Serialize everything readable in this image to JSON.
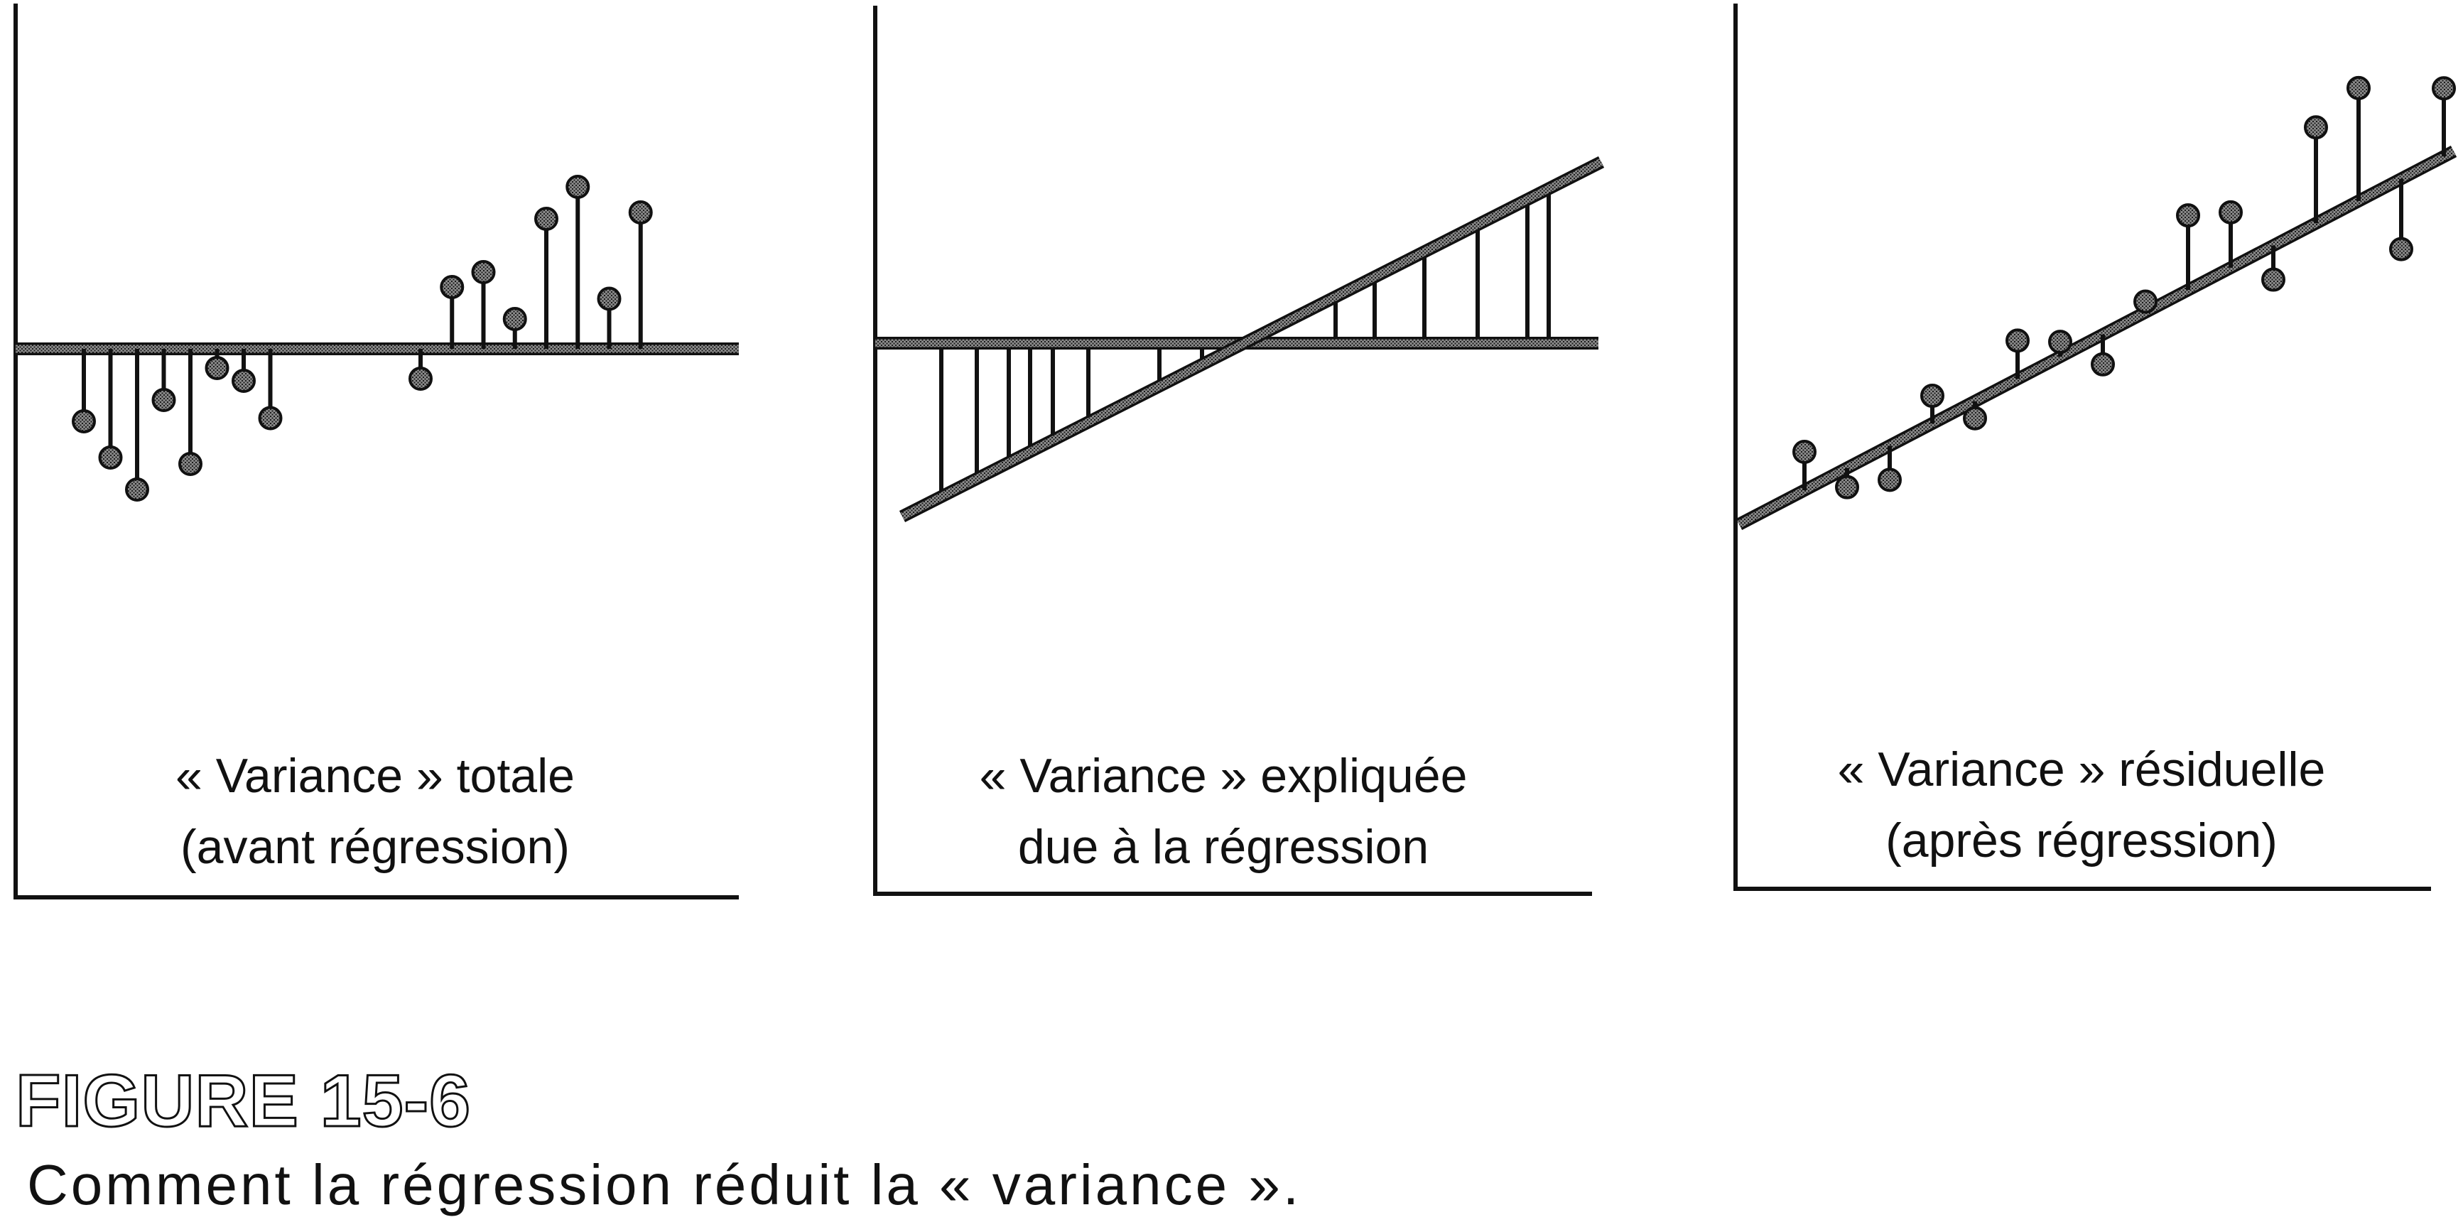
{
  "panels": [
    {
      "label_line1": "« Variance » totale",
      "label_line2": "(avant régression)",
      "residuals": [
        -0.68,
        -1.02,
        -1.32,
        -0.48,
        -1.08,
        -0.18,
        -0.3,
        -0.65,
        -0.28,
        0.58,
        0.72,
        0.28,
        1.22,
        1.52,
        0.47,
        1.28
      ]
    },
    {
      "label_line1": "« Variance » expliquée",
      "label_line2": "due à la régression"
    },
    {
      "label_line1": "« Variance » résiduelle",
      "label_line2": "(après régression)",
      "residuals": [
        0.36,
        -0.18,
        -0.32,
        0.26,
        -0.16,
        0.36,
        0.14,
        -0.28,
        0.1,
        0.7,
        0.52,
        -0.32,
        0.9,
        1.06,
        -0.66,
        0.64
      ]
    }
  ],
  "figure_number": "FIGURE 15-6",
  "caption": "Comment la régression réduit la « variance »."
}
